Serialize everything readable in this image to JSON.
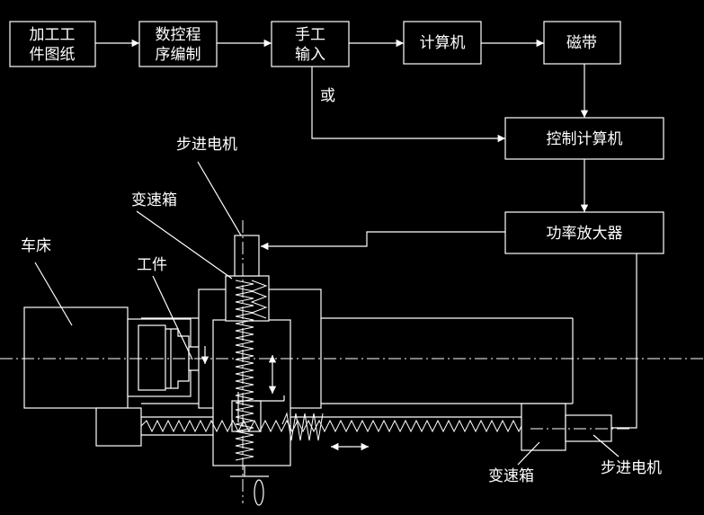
{
  "blocks": {
    "drawing": [
      "加工工",
      "件图纸"
    ],
    "nc_programming": [
      "数控程",
      "序编制"
    ],
    "manual_input": [
      "手工",
      "输入"
    ],
    "computer": "计算机",
    "tape": "磁带",
    "control_computer": "控制计算机",
    "power_amplifier": "功率放大器"
  },
  "labels": {
    "or": "或",
    "stepper_motor_top": "步进电机",
    "gearbox_top": "变速箱",
    "lathe": "车床",
    "workpiece": "工件",
    "gearbox_bottom": "变速箱",
    "stepper_motor_bottom": "步进电机"
  },
  "colors": {
    "background": "#000000",
    "line": "#ffffff"
  }
}
